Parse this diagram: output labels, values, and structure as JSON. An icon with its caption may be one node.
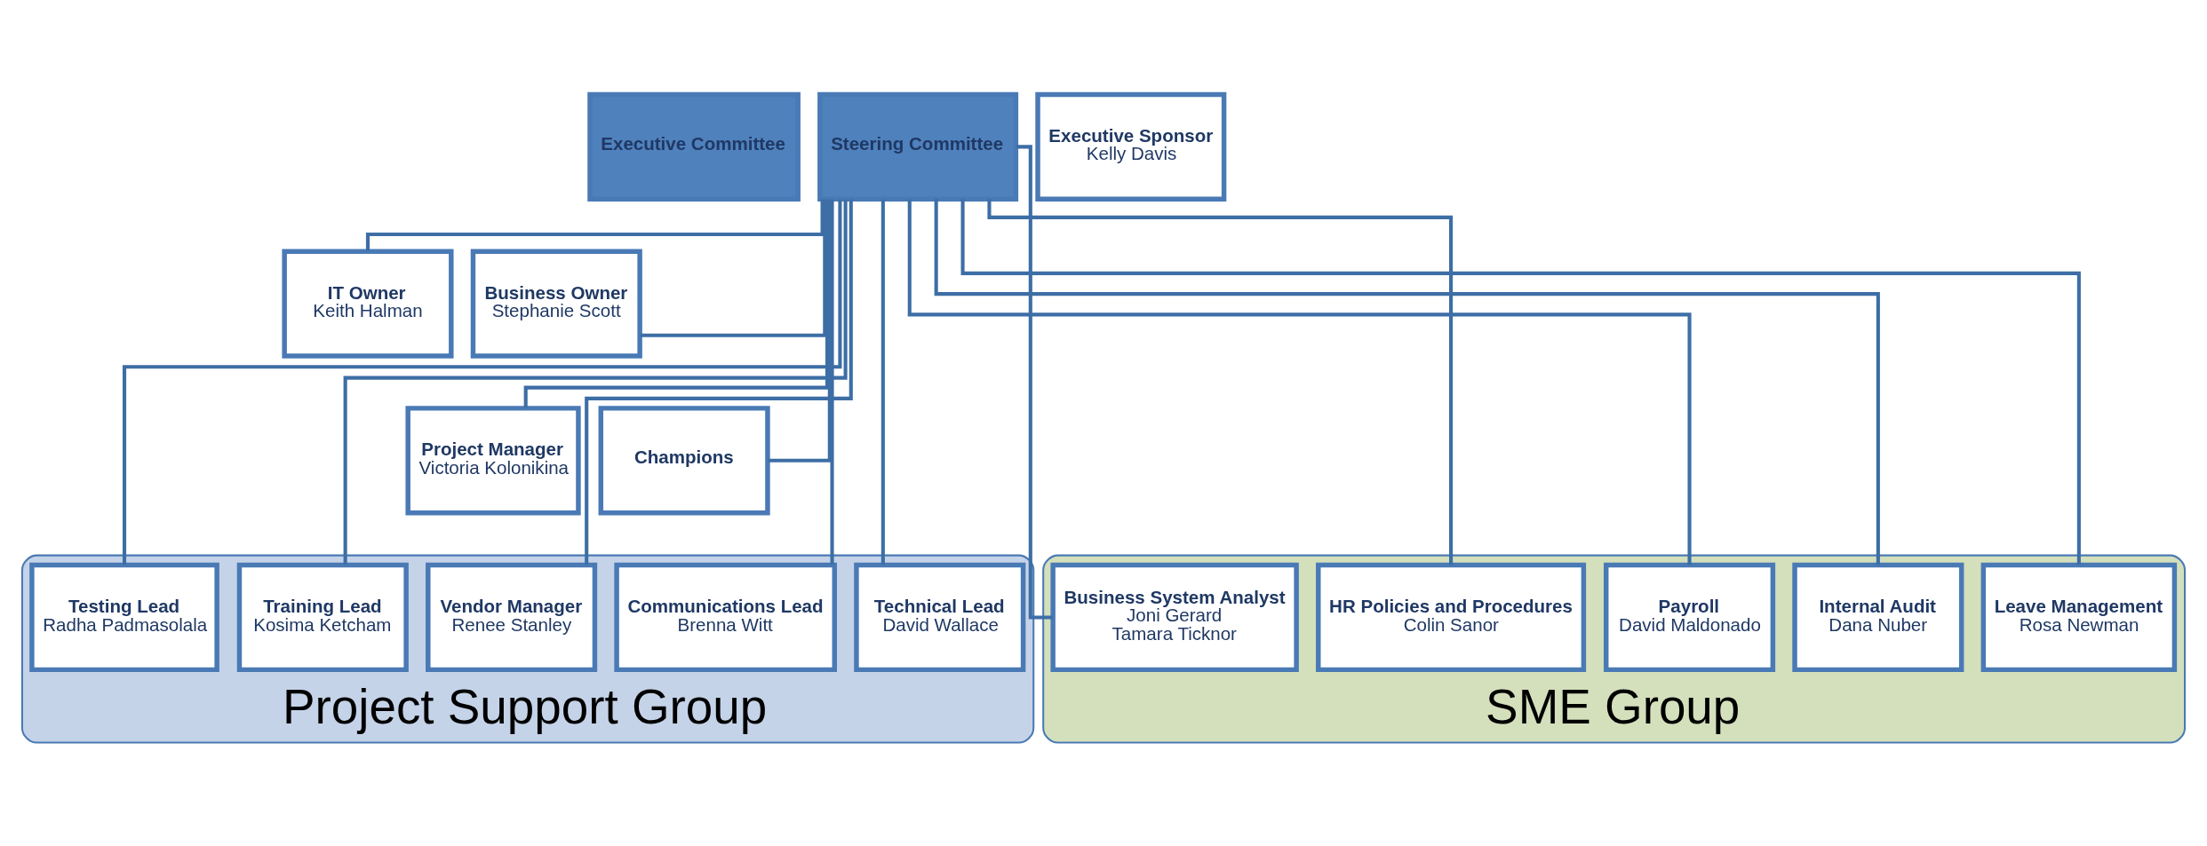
{
  "diagram": {
    "nodes": [
      {
        "text": [
          "Executive Committee"
        ]
      },
      {
        "text": [
          "Steering Committee"
        ]
      },
      {
        "text": [
          "Executive Sponsor",
          "Kelly Davis"
        ]
      },
      {
        "text": [
          "IT Owner",
          "Keith Halman"
        ]
      },
      {
        "text": [
          "Business Owner",
          "Stephanie Scott"
        ]
      },
      {
        "text": [
          "Project Manager",
          "Victoria Kolonikina"
        ]
      },
      {
        "text": [
          "Champions"
        ]
      },
      {
        "text": [
          "Project Support Group"
        ]
      },
      {
        "text": [
          "Testing Lead",
          "Radha Padmasolala"
        ],
        "in": 7
      },
      {
        "text": [
          "Training Lead",
          "Kosima Ketcham"
        ],
        "in": 7
      },
      {
        "text": [
          "Vendor Manager",
          "Renee Stanley"
        ],
        "in": 7
      },
      {
        "text": [
          "Communications Lead",
          "Brenna Witt"
        ],
        "in": 7
      },
      {
        "text": [
          "Technical Lead",
          "David Wallace"
        ],
        "in": 7
      },
      {
        "text": [
          "SME Group"
        ]
      },
      {
        "text": [
          "Business System Analyst",
          "Joni Gerard",
          "Tamara Ticknor"
        ],
        "in": 13
      },
      {
        "text": [
          "HR Policies and Procedures",
          "Colin Sanor"
        ],
        "in": 13
      },
      {
        "text": [
          "Payroll",
          "David Maldonado"
        ],
        "in": 13
      },
      {
        "text": [
          "Internal Audit",
          "Dana Nuber"
        ],
        "in": 13
      },
      {
        "text": [
          "Leave Management",
          "Rosa Newman"
        ],
        "in": 13
      }
    ],
    "edges": [
      {
        "from": 1,
        "to": 3,
        "arrow": "none"
      },
      {
        "from": 1,
        "to": 4,
        "arrow": "none"
      },
      {
        "from": 1,
        "to": 5,
        "arrow": "none"
      },
      {
        "from": 1,
        "to": 6,
        "arrow": "none"
      },
      {
        "from": 1,
        "to": 8,
        "arrow": "none"
      },
      {
        "from": 1,
        "to": 9,
        "arrow": "none"
      },
      {
        "from": 1,
        "to": 10,
        "arrow": "none"
      },
      {
        "from": 1,
        "to": 11,
        "arrow": "none"
      },
      {
        "from": 1,
        "to": 12,
        "arrow": "none"
      },
      {
        "from": 1,
        "to": 14,
        "arrow": "none"
      },
      {
        "from": 1,
        "to": 15,
        "arrow": "none"
      },
      {
        "from": 1,
        "to": 16,
        "arrow": "none"
      },
      {
        "from": 1,
        "to": 17,
        "arrow": "none"
      },
      {
        "from": 1,
        "to": 18,
        "arrow": "none"
      }
    ]
  }
}
